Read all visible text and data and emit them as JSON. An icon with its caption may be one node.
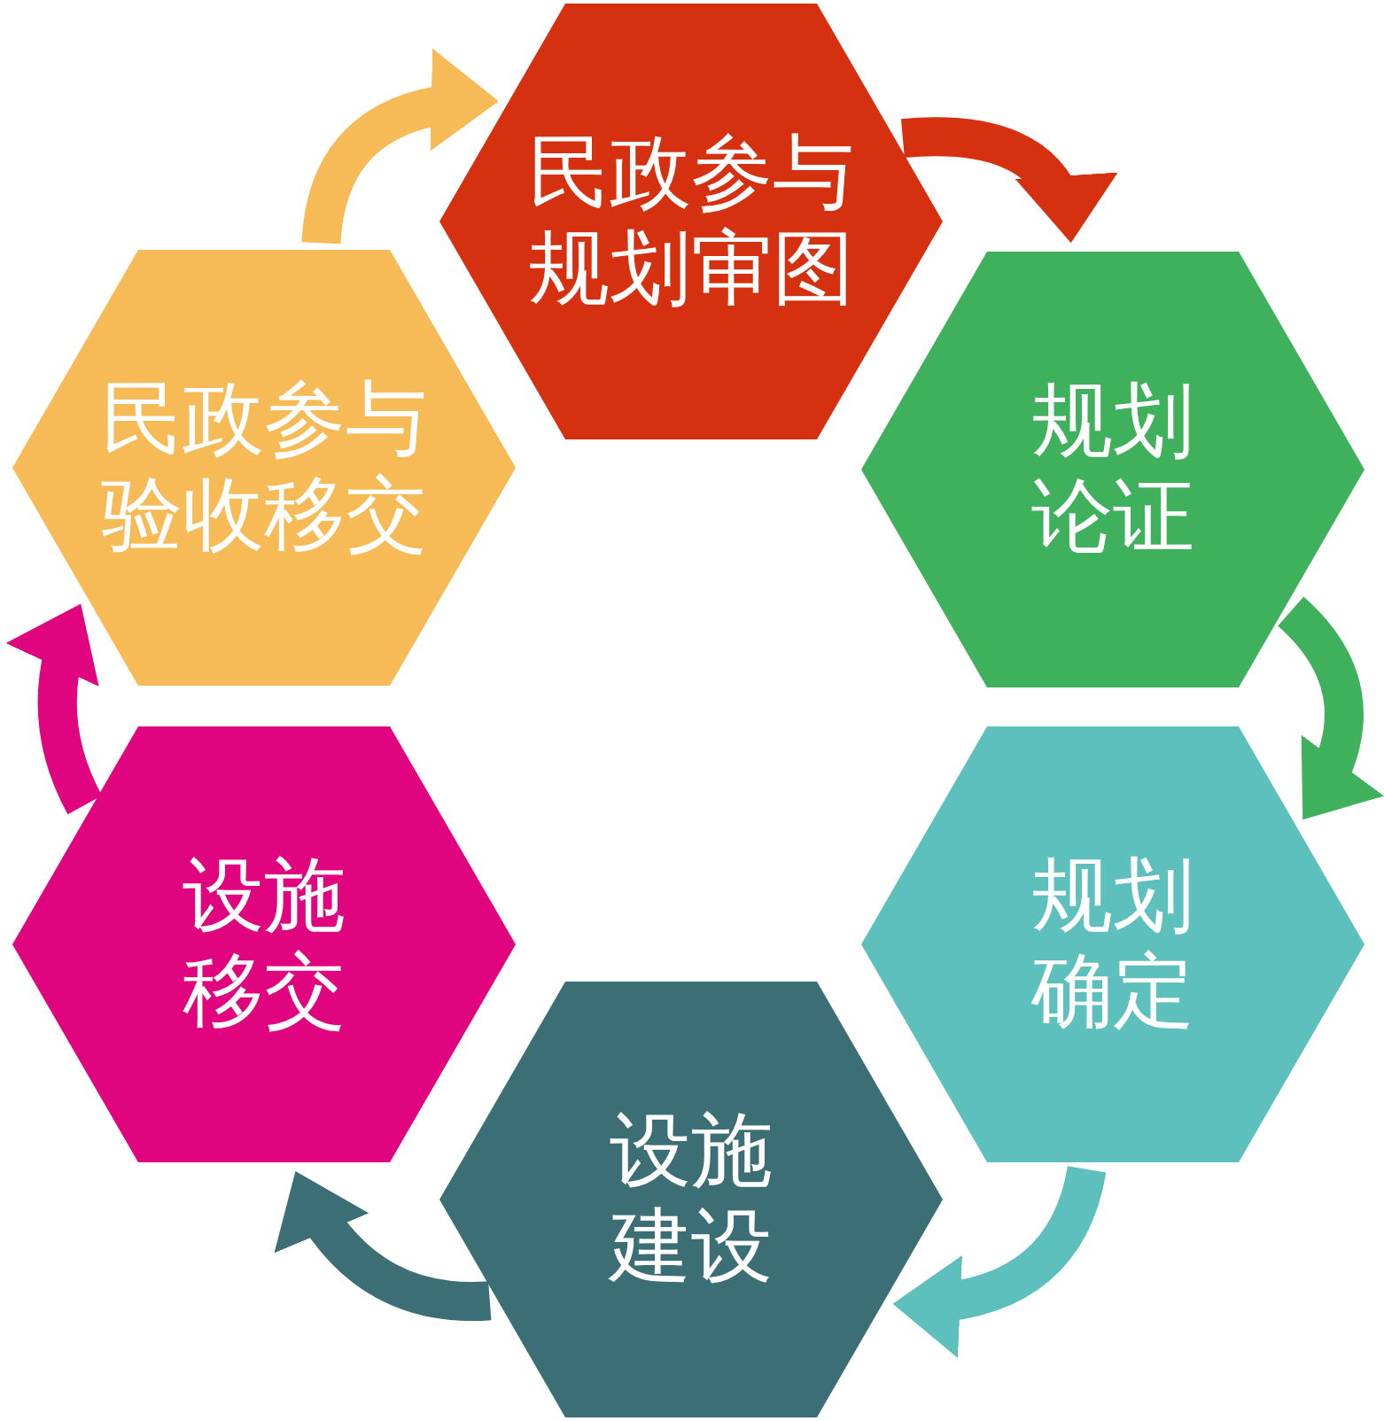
{
  "diagram": {
    "nodes": [
      {
        "text": [
          "民政参与规划审图"
        ]
      },
      {
        "text": [
          "规划论证"
        ]
      },
      {
        "text": [
          "规划确定"
        ]
      },
      {
        "text": [
          "设施建设"
        ]
      },
      {
        "text": [
          "设施移交"
        ]
      },
      {
        "text": [
          "民政参与验收移交"
        ]
      }
    ],
    "edges": [
      {
        "from": 0,
        "to": 1,
        "arrow": "to",
        "color": "#d5300f"
      },
      {
        "from": 1,
        "to": 2,
        "arrow": "to",
        "color": "#3fb05b"
      },
      {
        "from": 2,
        "to": 3,
        "arrow": "to",
        "color": "#5ec0bd"
      },
      {
        "from": 3,
        "to": 4,
        "arrow": "to",
        "color": "#3b6f75"
      },
      {
        "from": 4,
        "to": 5,
        "arrow": "to",
        "color": "#e1047f"
      },
      {
        "from": 5,
        "to": 0,
        "arrow": "to",
        "color": "#f6ba57"
      }
    ]
  }
}
